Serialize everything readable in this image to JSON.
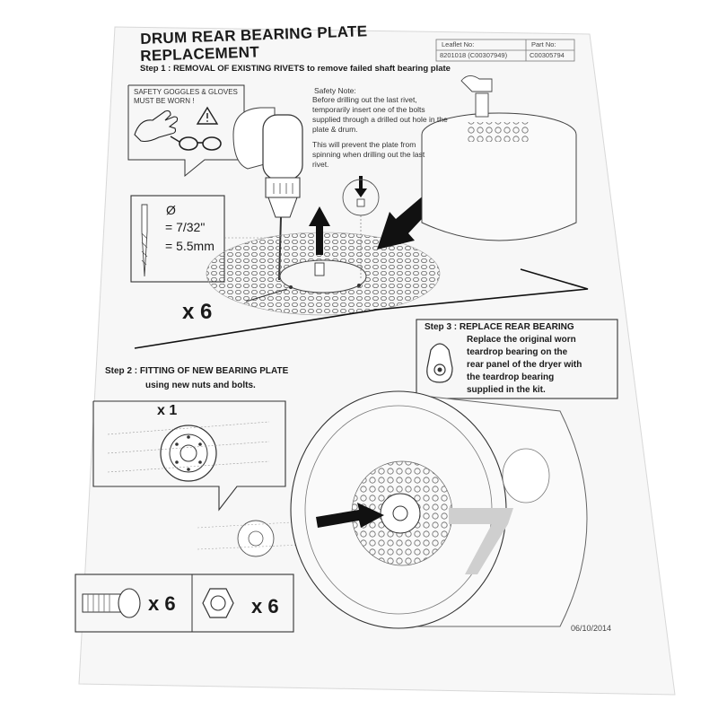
{
  "document": {
    "title_line1": "DRUM REAR BEARING PLATE",
    "title_line2": "REPLACEMENT",
    "leaflet_header": "Leaflet No:",
    "leaflet_value": "8201018 (C00307949)",
    "part_header": "Part No:",
    "part_value": "C00305794",
    "date": "06/10/2014"
  },
  "step1": {
    "heading": "Step 1 : REMOVAL OF EXISTING RIVETS to remove failed shaft bearing plate",
    "safety_box_line1": "SAFETY GOGGLES & GLOVES",
    "safety_box_line2": "MUST BE WORN !",
    "safety_note_title": "Safety Note:",
    "safety_note_text1": "Before drilling out the last rivet, temporarily insert one of the bolts supplied through a drilled out hole in the plate & drum.",
    "safety_note_text2": "This will prevent the plate from spinning when drilling out the last rivet.",
    "drill_symbol": "Ø",
    "drill_size_in": "= 7/32\"",
    "drill_size_mm": "= 5.5mm",
    "rivet_count": "x 6"
  },
  "step2": {
    "heading_line1": "Step 2 : FITTING OF NEW BEARING PLATE",
    "heading_line2": "using new nuts and bolts.",
    "plate_count": "x 1",
    "bolt_count": "x 6",
    "nut_count": "x 6"
  },
  "step3": {
    "heading": "Step 3 : REPLACE REAR BEARING",
    "text_line1": "Replace the original worn",
    "text_line2": "teardrop bearing on the",
    "text_line3": "rear panel of the dryer with",
    "text_line4": "the teardrop bearing",
    "text_line5": "supplied in the kit."
  },
  "colors": {
    "paper": "#f7f7f7",
    "ink": "#1a1a1a",
    "grey_line": "#888888"
  },
  "icons": [
    "warning-triangle-icon",
    "gloves-icon",
    "goggles-icon",
    "drill-icon",
    "drill-bit-icon",
    "arrow-icon",
    "teardrop-bearing-icon",
    "bolt-icon",
    "nut-icon"
  ]
}
